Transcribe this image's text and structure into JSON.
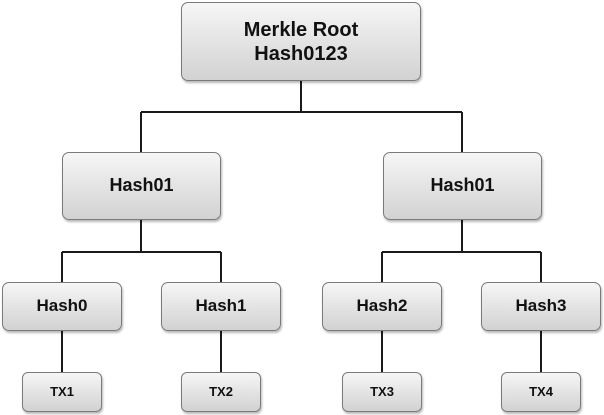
{
  "diagram": {
    "root": {
      "line1": "Merkle Root",
      "line2": "Hash0123"
    },
    "level1": [
      {
        "label": "Hash01"
      },
      {
        "label": "Hash01"
      }
    ],
    "level2": [
      {
        "label": "Hash0"
      },
      {
        "label": "Hash1"
      },
      {
        "label": "Hash2"
      },
      {
        "label": "Hash3"
      }
    ],
    "transactions": [
      {
        "label": "TX1"
      },
      {
        "label": "TX2"
      },
      {
        "label": "TX3"
      },
      {
        "label": "TX4"
      }
    ],
    "colors": {
      "line": "#1a1a1a",
      "box_border": "#7a7a7a",
      "box_fill_top": "#f6f6f6",
      "box_fill_bottom": "#d2d2d2",
      "text": "#111111"
    }
  }
}
